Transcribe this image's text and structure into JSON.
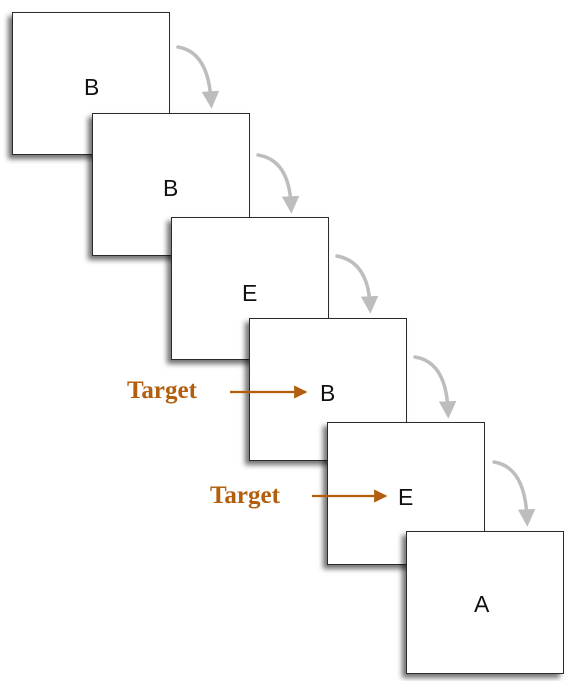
{
  "frames": [
    {
      "letter": "B"
    },
    {
      "letter": "B"
    },
    {
      "letter": "E"
    },
    {
      "letter": "B",
      "target_label": "Target"
    },
    {
      "letter": "E",
      "target_label": "Target"
    },
    {
      "letter": "A"
    }
  ],
  "colors": {
    "target": "#b25e0d",
    "transition_arrow": "#bdbdbd",
    "frame_border": "#2b2b2b"
  },
  "icons": {
    "transition": "curved-arrow-icon",
    "target_pointer": "right-arrow-icon"
  }
}
